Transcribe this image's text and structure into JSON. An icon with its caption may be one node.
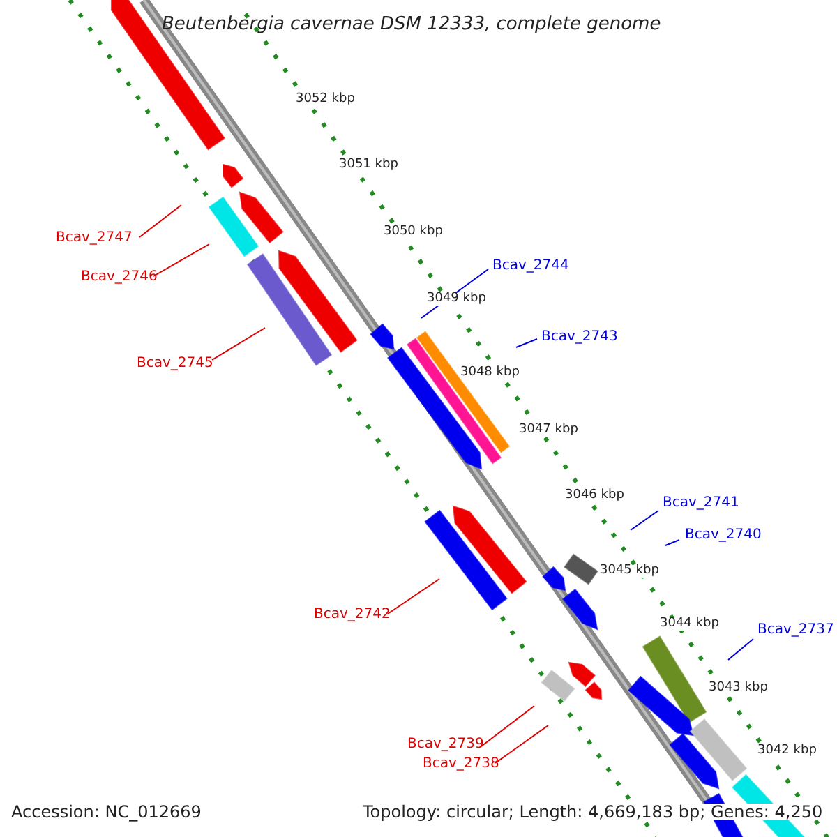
{
  "diagram": {
    "title": "Beutenbergia cavernae DSM 12333, complete genome",
    "nodes": [
      {
        "text": [
          "Bcav_2747"
        ]
      },
      {
        "text": [
          "Bcav_2746"
        ]
      },
      {
        "text": [
          "Bcav_2745"
        ]
      },
      {
        "text": [
          "Bcav_2744"
        ]
      },
      {
        "text": [
          "Bcav_2743"
        ]
      },
      {
        "text": [
          "Bcav_2742"
        ]
      },
      {
        "text": [
          "Bcav_2741"
        ]
      },
      {
        "text": [
          "Bcav_2740"
        ]
      },
      {
        "text": [
          "Bcav_2737"
        ]
      },
      {
        "text": [
          "Bcav_2739"
        ]
      },
      {
        "text": [
          "Bcav_2738"
        ]
      }
    ],
    "edges": [
      {
        "from": 0,
        "to": null,
        "arrow": "none"
      },
      {
        "from": 1,
        "to": null,
        "arrow": "none"
      },
      {
        "from": 2,
        "to": null,
        "arrow": "none"
      },
      {
        "from": 3,
        "to": null,
        "arrow": "none",
        "color": "#0000dd"
      },
      {
        "from": 4,
        "to": null,
        "arrow": "none",
        "color": "#0000dd"
      },
      {
        "from": 5,
        "to": null,
        "arrow": "none"
      },
      {
        "from": 6,
        "to": null,
        "arrow": "none",
        "color": "#0000dd"
      },
      {
        "from": 7,
        "to": null,
        "arrow": "none",
        "color": "#0000dd"
      },
      {
        "from": 8,
        "to": null,
        "arrow": "none",
        "color": "#0000dd"
      },
      {
        "from": 9,
        "to": null,
        "arrow": "none"
      },
      {
        "from": 10,
        "to": null,
        "arrow": "none"
      }
    ],
    "labels": [
      "3052 kbp",
      "3051 kbp",
      "3050 kbp",
      "3049 kbp",
      "3048 kbp",
      "3047 kbp",
      "3046 kbp",
      "3045 kbp",
      "3044 kbp",
      "3043 kbp",
      "3042 kbp",
      "Accession: NC_012669",
      "Topology: circular; Length: 4,669,183 bp; Genes: 4,250"
    ]
  }
}
